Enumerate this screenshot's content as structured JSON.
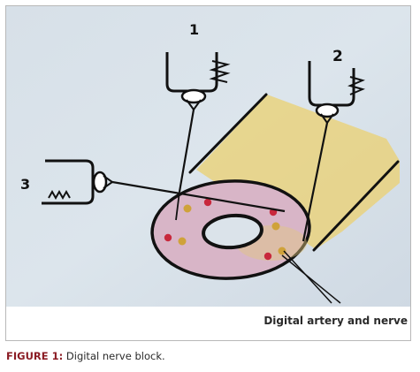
{
  "figure": {
    "panel_label": "Digital artery and nerve",
    "syringe_labels": [
      "1",
      "2",
      "3"
    ],
    "caption_label": "FIGURE 1:",
    "caption_text": "Digital nerve block."
  }
}
